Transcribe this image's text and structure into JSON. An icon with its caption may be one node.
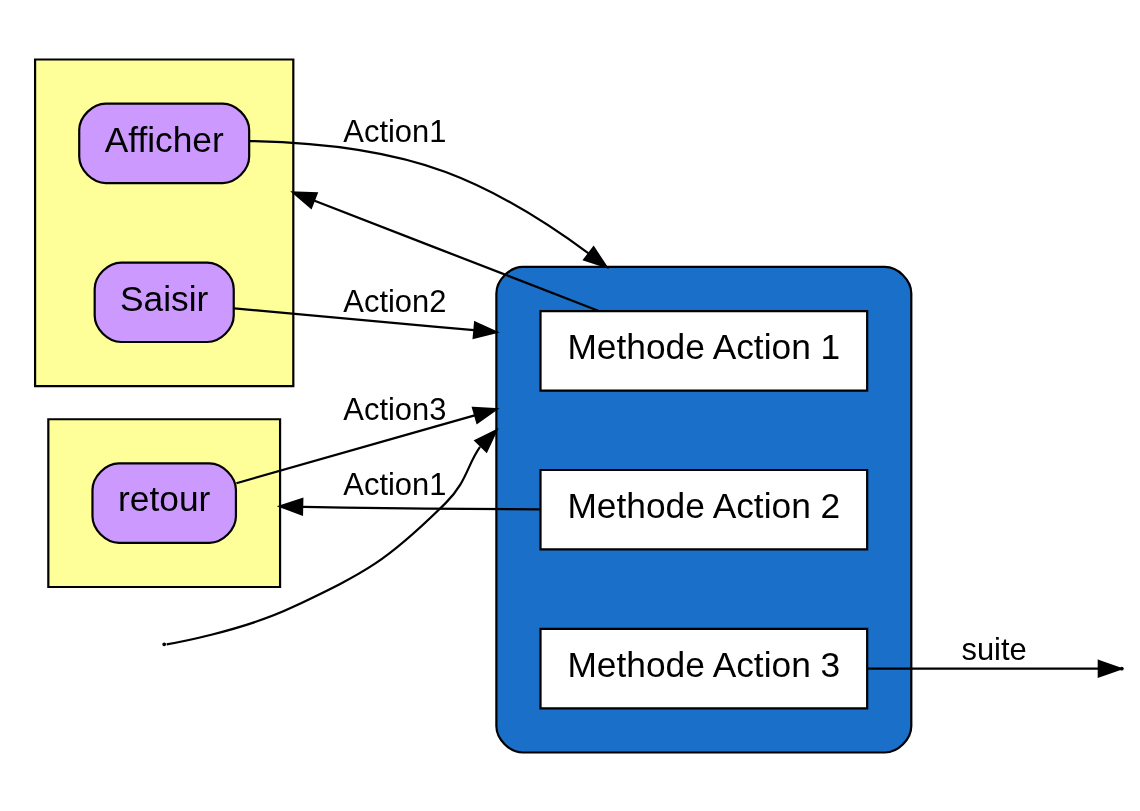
{
  "diagram": {
    "nodes": [
      {
        "text": [],
        "shape": "box"
      },
      {
        "text": [
          "Afficher"
        ],
        "in": 0
      },
      {
        "text": [
          "Saisir"
        ],
        "in": 0
      },
      {
        "text": [],
        "shape": "box"
      },
      {
        "text": [
          "retour"
        ],
        "in": 3
      },
      {
        "text": [],
        "shape": "ellipse"
      },
      {
        "text": [
          "Methode Action 1"
        ],
        "in": 5
      },
      {
        "text": [
          "Methode Action 2"
        ],
        "in": 5
      },
      {
        "text": [
          "Methode Action 3"
        ],
        "in": 5
      }
    ],
    "edges": [
      {
        "from": null,
        "to": 5,
        "arrow": "to",
        "label": "Action1"
      },
      {
        "from": 1,
        "to": 5,
        "arrow": "to",
        "label": "Action1"
      },
      {
        "from": 2,
        "to": 5,
        "arrow": "to",
        "label": "Action2"
      },
      {
        "from": 6,
        "to": 0,
        "arrow": "to"
      },
      {
        "from": 7,
        "to": 3,
        "arrow": "to"
      },
      {
        "from": 4,
        "to": 5,
        "arrow": "to",
        "label": "Action3"
      },
      {
        "from": 8,
        "to": null,
        "arrow": "to",
        "label": "suite"
      }
    ]
  }
}
